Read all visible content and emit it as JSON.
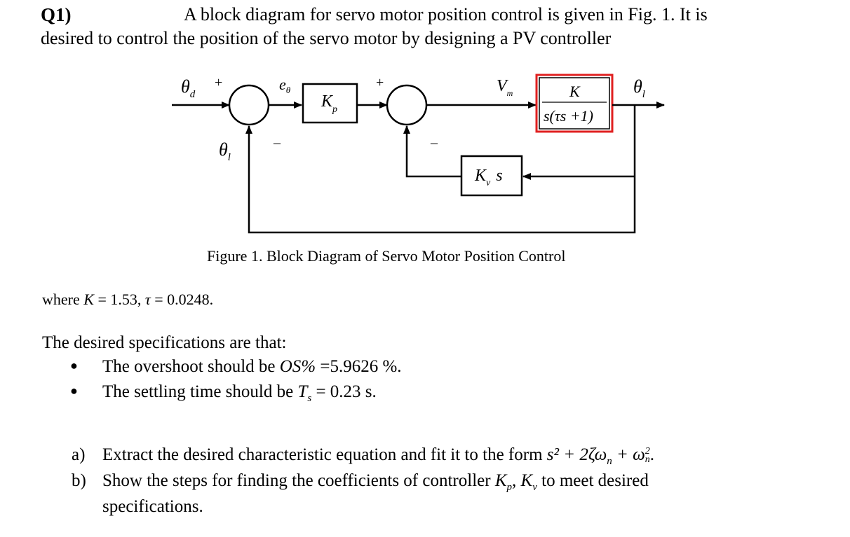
{
  "question": {
    "label": "Q1)",
    "line1": "A block diagram for servo motor position control is given in Fig. 1. It is",
    "line2": "desired to control the position of the servo motor by designing a PV controller"
  },
  "diagram": {
    "theta_d": "θ",
    "theta_d_sub": "d",
    "plus1": "+",
    "minus1": "–",
    "e_theta": "e",
    "e_theta_sub": "θ",
    "kp": "K",
    "kp_sub": "p",
    "plus2": "+",
    "minus2": "–",
    "vm": "V",
    "vm_sub": "m",
    "tf_num": "K",
    "tf_den": "s(τs +1)",
    "theta_l_out": "θ",
    "theta_l_out_sub": "l",
    "theta_l_fb": "θ",
    "theta_l_fb_sub": "l",
    "kv": "K",
    "kv_sub": "v",
    "kv_s": "s",
    "highlight_color": "#e02020"
  },
  "caption": "Figure 1. Block Diagram of Servo Motor Position Control",
  "params": {
    "prefix": "where ",
    "k_sym": "K",
    "k_val": " = 1.53,  ",
    "tau_sym": "τ",
    "tau_val": " = 0.0248."
  },
  "specs": {
    "intro": "The desired specifications are that:",
    "bullet": "●",
    "item1_prefix": "The overshoot should be ",
    "item1_sym": "OS%",
    "item1_suffix": " =5.9626 %.",
    "item2_prefix": "The settling time should be ",
    "item2_sym": "T",
    "item2_sub": "s",
    "item2_suffix": " = 0.23 s."
  },
  "tasks": {
    "a_label": "a)",
    "a_text": "Extract the desired characteristic equation and fit it to the form ",
    "a_eq": "s² + 2ζω",
    "a_eq_sub1": "n",
    "a_eq_mid": " + ω",
    "a_eq_sub2": "n",
    "a_eq_sup2": "2",
    "a_end": ".",
    "b_label": "b)",
    "b_text": "Show the steps for finding the coefficients of controller ",
    "b_sym1": "K",
    "b_sub1": "p",
    "b_comma": ", ",
    "b_sym2": "K",
    "b_sub2": "v",
    "b_end": " to meet desired",
    "b_line2": "specifications."
  }
}
